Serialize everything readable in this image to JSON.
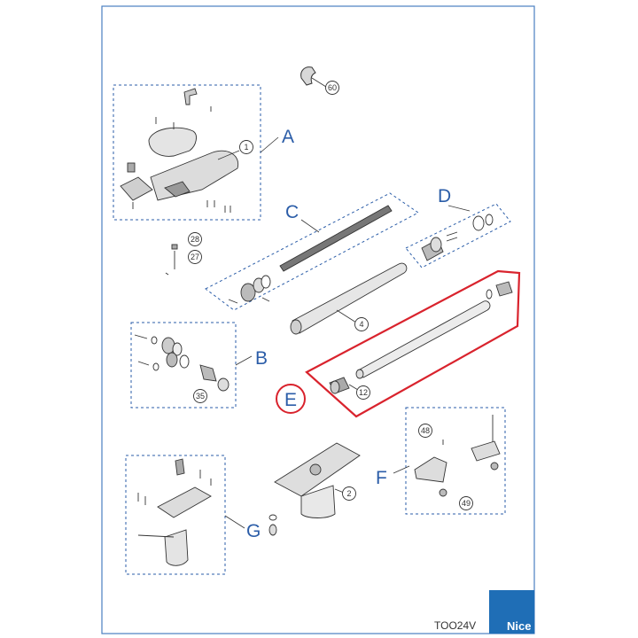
{
  "groups": {
    "A": "A",
    "B": "B",
    "C": "C",
    "D": "D",
    "E": "E",
    "F": "F",
    "G": "G"
  },
  "parts": {
    "p1": "1",
    "p2": "2",
    "p4": "4",
    "p12": "12",
    "p27": "27",
    "p28": "28",
    "p35": "35",
    "p48": "48",
    "p49": "49",
    "p60": "60"
  },
  "footer": {
    "model_code": "TOO24V",
    "brand": "Nice"
  },
  "colors": {
    "frame": "#4a7fc0",
    "letters": "#2b5da8",
    "highlight": "#d9232d",
    "brand_bg": "#1f6eb6"
  }
}
